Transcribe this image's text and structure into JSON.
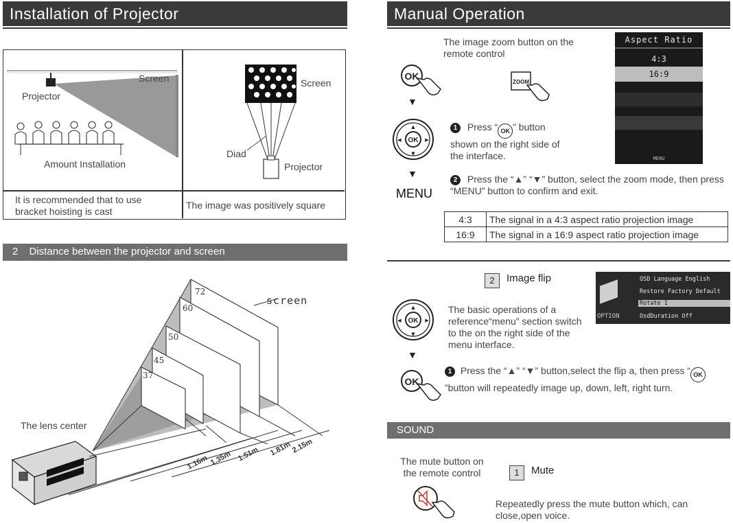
{
  "left": {
    "header_title": "Installation of Projector",
    "installation_table": {
      "cell1": {
        "screen_label": "Screen",
        "projector_label": "Projector",
        "caption": "Amount Installation"
      },
      "cell2": {
        "screen_label": "Screen",
        "diad_label": "Diad",
        "projector_label": "Projector"
      },
      "note1": "It is recommended that to use bracket hoisting is cast",
      "note2": "The image was positively square"
    },
    "distance_bar": {
      "number": "2",
      "title": "Distance between the projector and screen"
    },
    "distance_diagram": {
      "screen_label": "screen",
      "lens_label": "The lens center",
      "sizes": [
        "37",
        "45",
        "50",
        "60",
        "72"
      ],
      "distances": [
        "1.16m",
        "1.35m",
        "1.51m",
        "1.81m",
        "2.15m"
      ]
    }
  },
  "right": {
    "header_title": "Manual Operation",
    "zoom": {
      "intro": "The image zoom button on the remote control",
      "zoom_key": "ZOOM",
      "ok_key": "OK",
      "menu_label": "MENU",
      "step1_num": "1",
      "step1_a": "Press “",
      "step1_b": "”  button shown on the right side of the interface.",
      "step2_num": "2",
      "step2": "Press the “▲”  “▼”  button, select the zoom mode, then press “MENU” button to confirm and exit.",
      "osd": {
        "title": "Aspect Ratio",
        "options": [
          "4:3",
          "16:9"
        ],
        "footer": "MENU"
      },
      "table": [
        {
          "ratio": "4:3",
          "desc": "The signal in a 4:3 aspect ratio projection image"
        },
        {
          "ratio": "16:9",
          "desc": "The signal in a 16:9 aspect ratio projection image"
        }
      ]
    },
    "flip": {
      "number": "2",
      "title": "Image flip",
      "intro": "The basic operations of a reference“menu” section switch to the on the right side of the menu interface.",
      "step_num": "1",
      "step_a": "Press the “▲”  “▼”  button,select the flip a, then press “",
      "step_b": "”button will repeatedly image up, down, left, right turn.",
      "osd": {
        "option_label": "OPTION",
        "items": [
          "OSD Language English",
          "Restore Factory Default",
          "Rotate  1",
          "OsdDuration Off"
        ]
      }
    },
    "sound": {
      "bar_title": "SOUND",
      "intro": "The mute button on the remote control",
      "number": "1",
      "title": "Mute",
      "desc": "Repeatedly press the mute button which, can close,open voice."
    }
  }
}
